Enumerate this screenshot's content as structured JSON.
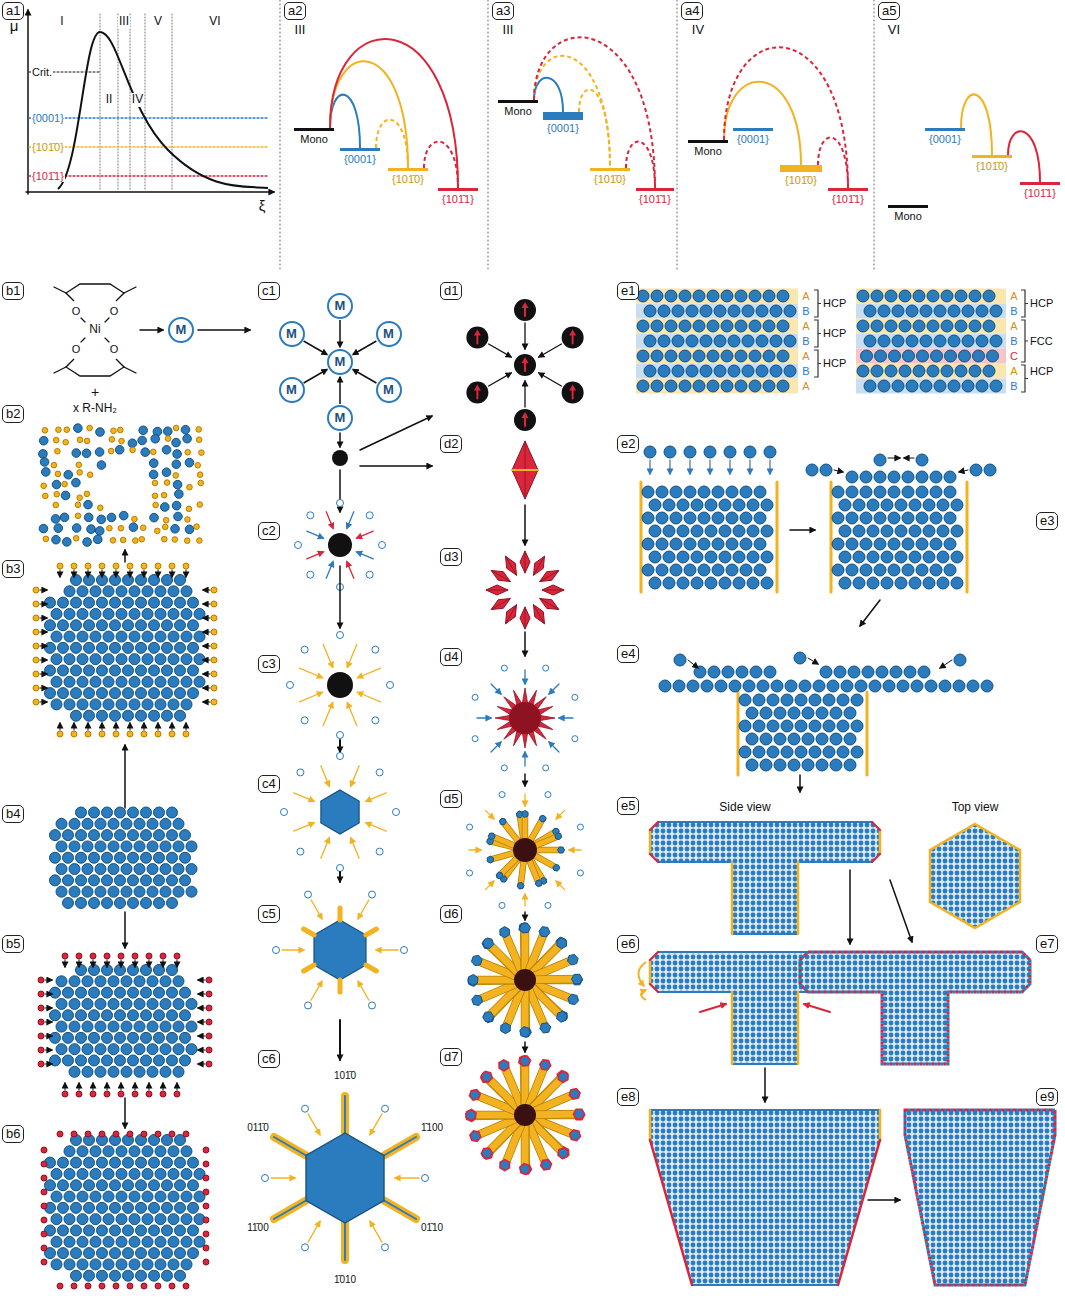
{
  "diagram": {
    "nodes": [
      {
        "text": [
          "a1"
        ]
      },
      {
        "text": [
          "a2"
        ]
      },
      {
        "text": [
          "Mono"
        ]
      },
      {
        "text": [
          "{0001}"
        ]
      },
      {
        "text": [
          "{101̄0}"
        ]
      },
      {
        "text": [
          "{101̄1}"
        ]
      },
      {
        "text": [
          "a3"
        ]
      },
      {
        "text": [
          "Mono"
        ]
      },
      {
        "text": [
          "{0001}"
        ]
      },
      {
        "text": [
          "{101̄0}"
        ]
      },
      {
        "text": [
          "{101̄1}"
        ]
      },
      {
        "text": [
          "a4"
        ]
      },
      {
        "text": [
          "Mono"
        ]
      },
      {
        "text": [
          "{0001}"
        ]
      },
      {
        "text": [
          "{101̄0}"
        ]
      },
      {
        "text": [
          "{101̄1}"
        ]
      },
      {
        "text": [
          "a5"
        ]
      },
      {
        "text": [
          "Mono"
        ]
      },
      {
        "text": [
          "{0001}"
        ]
      },
      {
        "text": [
          "{101̄0}"
        ]
      },
      {
        "text": [
          "{101̄1}"
        ]
      },
      {
        "text": [
          "b1"
        ]
      },
      {
        "text": [
          "M"
        ]
      },
      {
        "text": [
          "b2"
        ]
      },
      {
        "text": [
          "b3"
        ]
      },
      {
        "text": [
          "b4"
        ]
      },
      {
        "text": [
          "b5"
        ]
      },
      {
        "text": [
          "b6"
        ]
      },
      {
        "text": [
          "c1"
        ]
      },
      {
        "text": [
          "M"
        ]
      },
      {
        "text": [
          "M"
        ]
      },
      {
        "text": [
          "M"
        ]
      },
      {
        "text": [
          "M"
        ]
      },
      {
        "text": [
          "M"
        ]
      },
      {
        "text": [
          "M"
        ]
      },
      {
        "text": [
          "M"
        ]
      },
      {
        "text": [
          "c2"
        ]
      },
      {
        "text": [
          "c3"
        ]
      },
      {
        "text": [
          "c4"
        ]
      },
      {
        "text": [
          "c5"
        ]
      },
      {
        "text": [
          "c6"
        ]
      },
      {
        "text": [
          "d1"
        ]
      },
      {
        "text": [
          "d2"
        ]
      },
      {
        "text": [
          "d3"
        ]
      },
      {
        "text": [
          "d4"
        ]
      },
      {
        "text": [
          "d5"
        ]
      },
      {
        "text": [
          "d6"
        ]
      },
      {
        "text": [
          "d7"
        ]
      },
      {
        "text": [
          "e1"
        ]
      },
      {
        "text": [
          "e2"
        ]
      },
      {
        "text": [
          "e3"
        ]
      },
      {
        "text": [
          "e4"
        ]
      },
      {
        "text": [
          "e5"
        ]
      },
      {
        "text": [
          "e6"
        ]
      },
      {
        "text": [
          "e7"
        ]
      },
      {
        "text": [
          "e8"
        ]
      },
      {
        "text": [
          "e9"
        ]
      }
    ],
    "edges": [
      {
        "from": 2,
        "to": 3,
        "arrow": "none"
      },
      {
        "from": 2,
        "to": 4,
        "arrow": "none"
      },
      {
        "from": 2,
        "to": 5,
        "arrow": "none"
      },
      {
        "from": 3,
        "to": 4,
        "arrow": "none"
      },
      {
        "from": 4,
        "to": 5,
        "arrow": "none"
      },
      {
        "from": 7,
        "to": 8,
        "arrow": "none"
      },
      {
        "from": 7,
        "to": 9,
        "arrow": "none"
      },
      {
        "from": 7,
        "to": 10,
        "arrow": "none"
      },
      {
        "from": 8,
        "to": 9,
        "arrow": "none"
      },
      {
        "from": 9,
        "to": 10,
        "arrow": "none"
      },
      {
        "from": 12,
        "to": 14,
        "arrow": "none"
      },
      {
        "from": 12,
        "to": 15,
        "arrow": "none"
      },
      {
        "from": 14,
        "to": 15,
        "arrow": "none"
      },
      {
        "from": 18,
        "to": 19,
        "arrow": "none"
      },
      {
        "from": 19,
        "to": 20,
        "arrow": "none"
      },
      {
        "from": 29,
        "to": 32,
        "arrow": "to"
      },
      {
        "from": 30,
        "to": 32,
        "arrow": "to"
      },
      {
        "from": 31,
        "to": 32,
        "arrow": "to"
      },
      {
        "from": 33,
        "to": 32,
        "arrow": "to"
      },
      {
        "from": 34,
        "to": 32,
        "arrow": "to"
      },
      {
        "from": 35,
        "to": 32,
        "arrow": "to"
      }
    ],
    "labels": [
      "μ",
      "ξ",
      "I",
      "II",
      "III",
      "IV",
      "V",
      "VI",
      "Crit.",
      "{0001}",
      "{101̄0}",
      "{101̄1}",
      "III",
      "III",
      "IV",
      "VI",
      "Ni",
      "O",
      "O",
      "O",
      "O",
      "+",
      "x R-NH₂",
      "101̄0",
      "011̄0",
      "1̄100",
      "11̄00",
      "01̄10",
      "1̄010",
      "A",
      "B",
      "A",
      "B",
      "A",
      "B",
      "A",
      "HCP",
      "HCP",
      "HCP",
      "A",
      "B",
      "A",
      "B",
      "C",
      "A",
      "B",
      "HCP",
      "FCC",
      "HCP",
      "Side view",
      "Top view"
    ]
  }
}
